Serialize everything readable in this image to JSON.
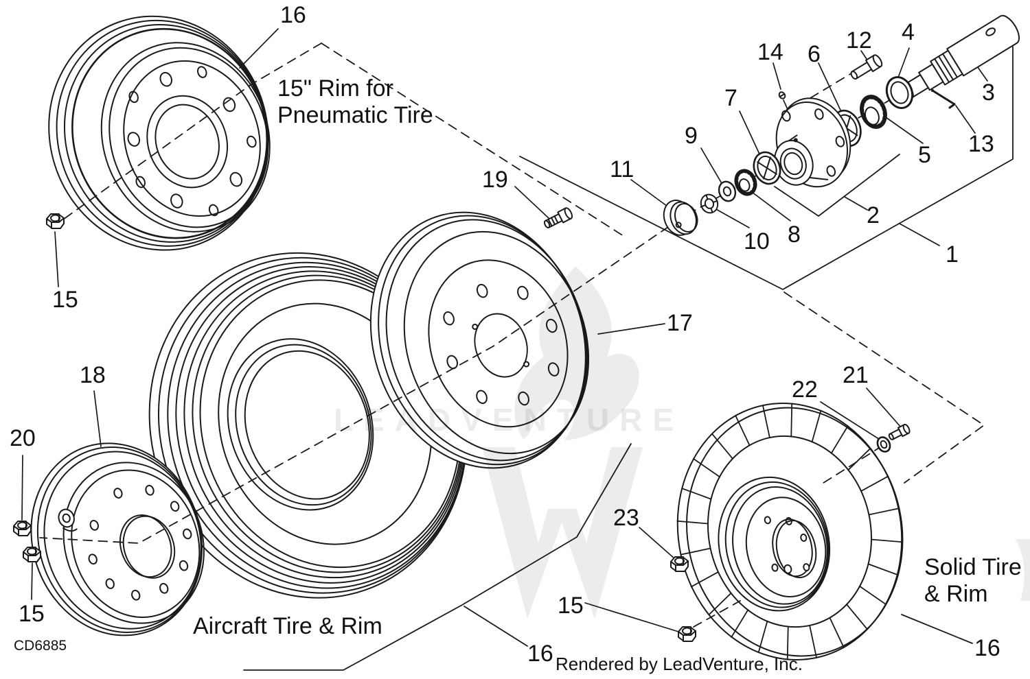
{
  "diagram": {
    "code": "CD6885",
    "footer": "Rendered by LeadVenture, Inc.",
    "watermark": "LEADVENTURE",
    "captions": {
      "pneumatic": "15\" Rim for\nPneumatic Tire",
      "aircraft": "Aircraft Tire & Rim",
      "solid": "Solid Tire\n& Rim"
    },
    "callouts": {
      "1": "1",
      "2": "2",
      "3": "3",
      "4": "4",
      "5": "5",
      "6": "6",
      "7": "7",
      "8": "8",
      "9": "9",
      "10": "10",
      "11": "11",
      "12": "12",
      "13": "13",
      "14": "14",
      "15": "15",
      "16": "16",
      "17": "17",
      "18": "18",
      "19": "19",
      "20": "20",
      "21": "21",
      "22": "22",
      "23": "23"
    },
    "colors": {
      "line": "#1a1a1a",
      "background": "#ffffff",
      "watermark": "rgba(0,0,0,0.08)"
    }
  }
}
